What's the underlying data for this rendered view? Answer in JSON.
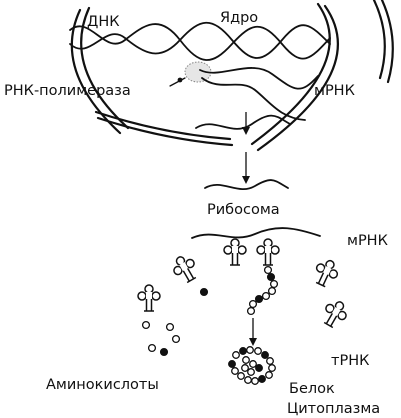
{
  "labels": {
    "dna": "ДНК",
    "nucleus": "Ядро",
    "rna_polymerase": "РНК-полимераза",
    "mrna_top": "мРНК",
    "ribosome": "Рибосома",
    "mrna_bottom": "мРНК",
    "amino_acids": "Аминокислоты",
    "trna": "тРНК",
    "protein": "Белок",
    "cytoplasm": "Цитоплазма"
  },
  "colors": {
    "ink": "#111111",
    "background": "#ffffff"
  }
}
